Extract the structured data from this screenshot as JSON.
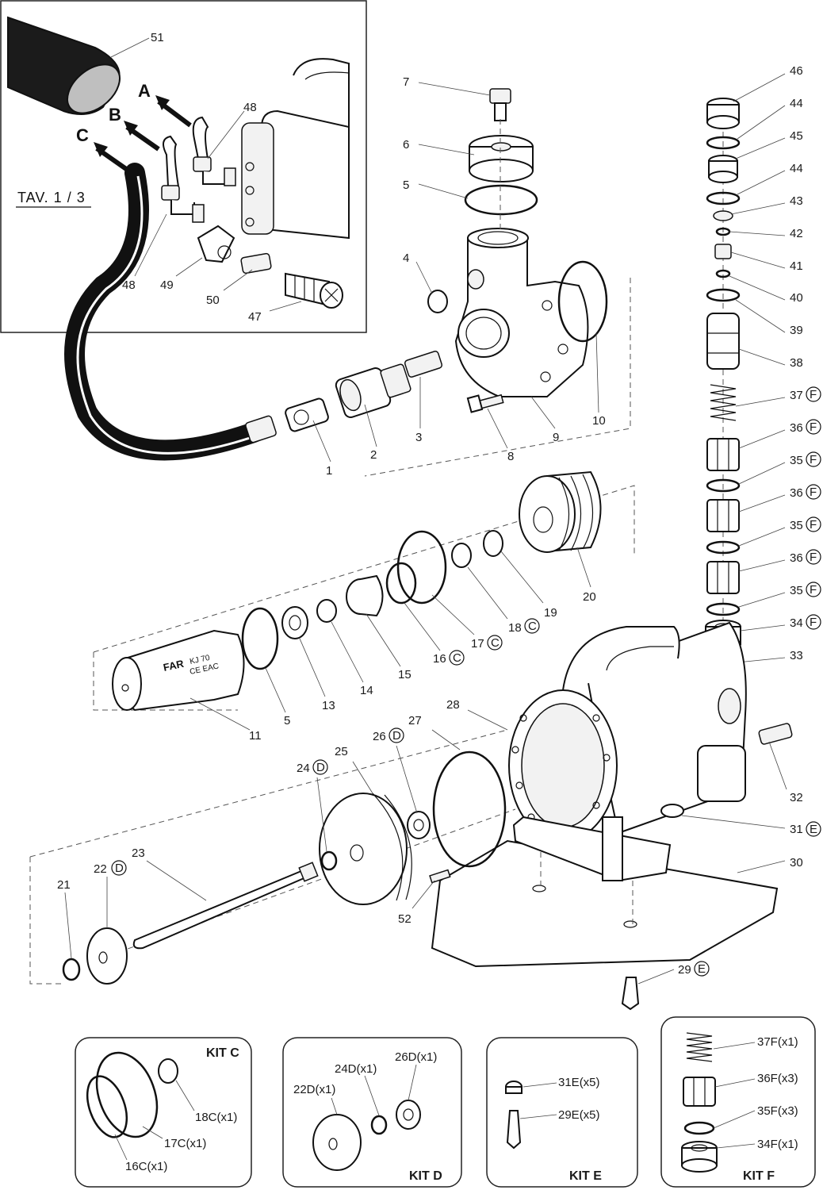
{
  "inset": {
    "title": "TAV. 1 / 3",
    "arrow_labels": [
      "A",
      "B",
      "C"
    ]
  },
  "labels": {
    "l51": "51",
    "l48a": "48",
    "l48b": "48",
    "l49": "49",
    "l50": "50",
    "l47": "47",
    "l7": "7",
    "l6": "6",
    "l5a": "5",
    "l4": "4",
    "l3": "3",
    "l2": "2",
    "l1": "1",
    "l8": "8",
    "l9": "9",
    "l10": "10",
    "l46": "46",
    "l44a": "44",
    "l45": "45",
    "l44b": "44",
    "l43": "43",
    "l42": "42",
    "l41": "41",
    "l40": "40",
    "l39": "39",
    "l38": "38",
    "l37": "37",
    "l36a": "36",
    "l35a": "35",
    "l36b": "36",
    "l35b": "35",
    "l36c": "36",
    "l35c": "35",
    "l34": "34",
    "l33": "33",
    "l32": "32",
    "l31": "31",
    "l30": "30",
    "l29": "29",
    "l28": "28",
    "l27": "27",
    "l26": "26",
    "l25": "25",
    "l24": "24",
    "l23": "23",
    "l22": "22",
    "l21": "21",
    "l52": "52",
    "l20": "20",
    "l19": "19",
    "l18": "18",
    "l17": "17",
    "l16": "16",
    "l15": "15",
    "l14": "14",
    "l13": "13",
    "l11": "11",
    "l5b": "5"
  },
  "circled": {
    "C": "C",
    "D": "D",
    "E": "E",
    "F": "F"
  },
  "product_markings": {
    "brand": "FAR",
    "model": "KJ 70",
    "cert": "CE EAC"
  },
  "kits": [
    {
      "title": "KIT C",
      "items": [
        "18C(x1)",
        "17C(x1)",
        "16C(x1)"
      ]
    },
    {
      "title": "KIT D",
      "items": [
        "26D(x1)",
        "24D(x1)",
        "22D(x1)"
      ]
    },
    {
      "title": "KIT E",
      "items": [
        "31E(x5)",
        "29E(x5)"
      ]
    },
    {
      "title": "KIT F",
      "items": [
        "37F(x1)",
        "36F(x3)",
        "35F(x3)",
        "34F(x1)"
      ]
    }
  ]
}
